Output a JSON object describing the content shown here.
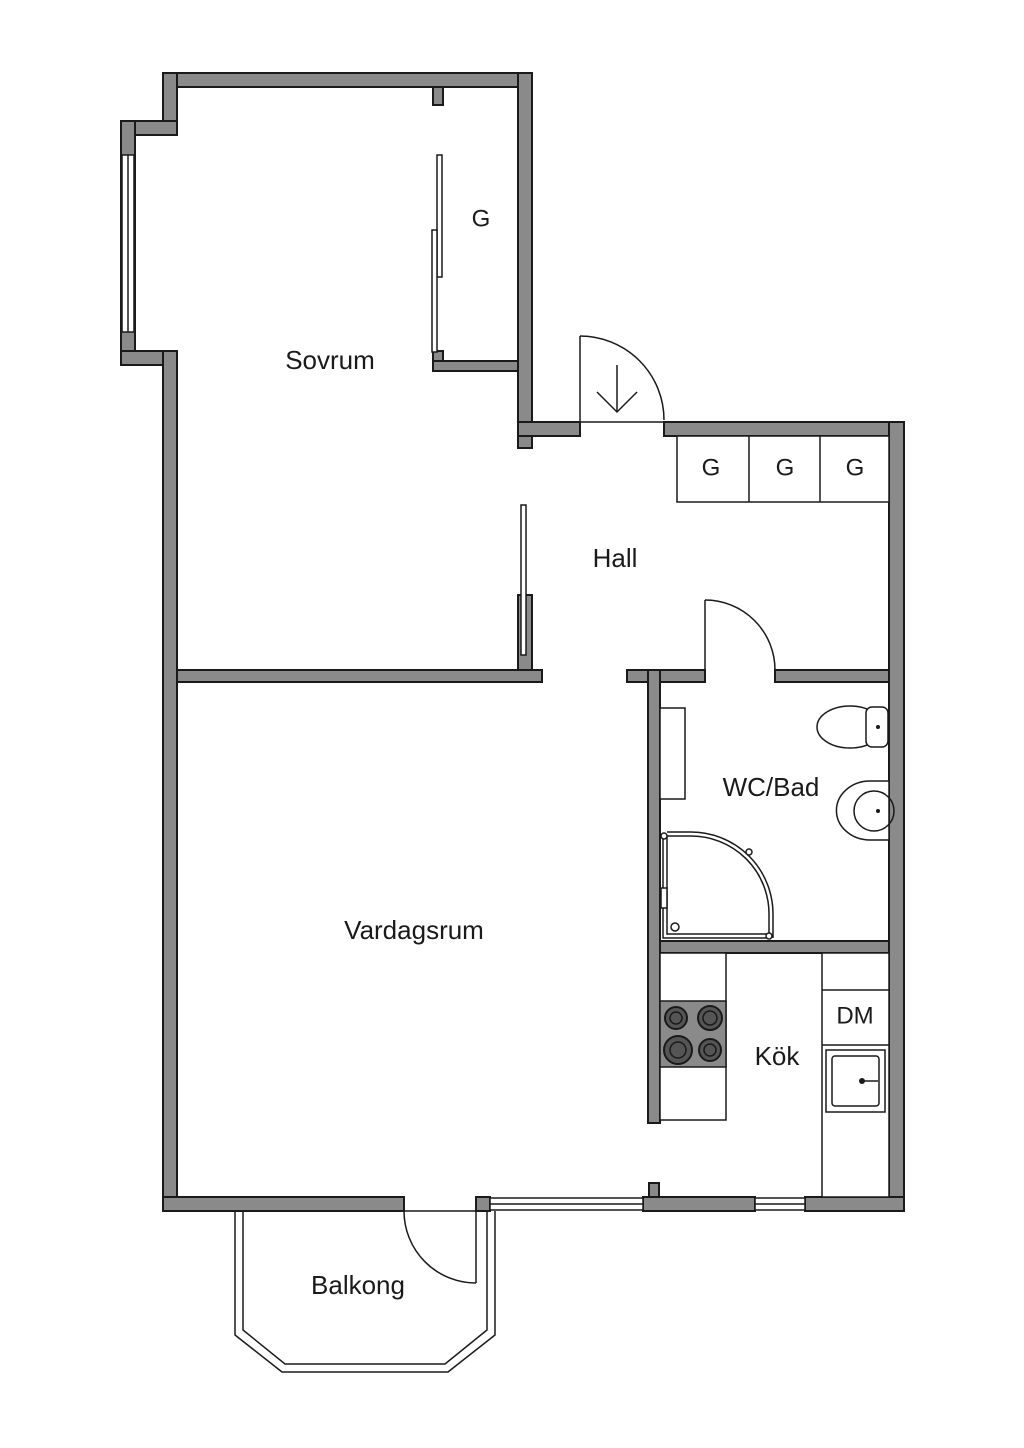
{
  "rooms": {
    "sovrum": "Sovrum",
    "hall": "Hall",
    "vardagsrum": "Vardagsrum",
    "wc_bad": "WC/Bad",
    "kok": "Kök",
    "balkong": "Balkong"
  },
  "fixtures": {
    "closet_sovrum": "G",
    "closet_hall_1": "G",
    "closet_hall_2": "G",
    "closet_hall_3": "G",
    "dishwasher": "DM"
  }
}
